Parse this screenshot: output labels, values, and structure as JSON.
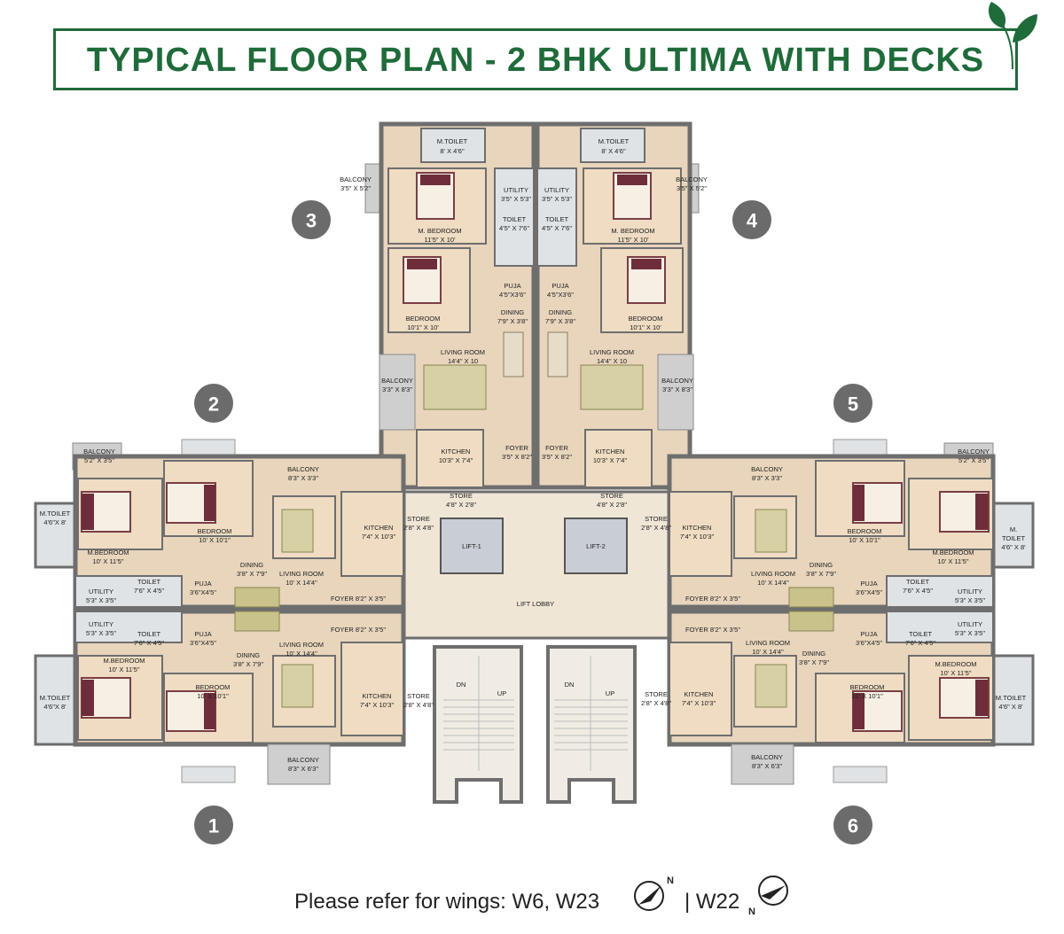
{
  "title": "TYPICAL FLOOR PLAN - 2 BHK ULTIMA WITH DECKS",
  "footer": {
    "text": "Please refer for wings: W6, W23",
    "separator": "| W22",
    "compass_label_1": "N",
    "compass_label_2": "N"
  },
  "colors": {
    "brand_green": "#1f6b3a",
    "wall": "#6e6e6e",
    "floor": "#e8d5bc",
    "balcony": "#cfcfcf",
    "badge": "#6b6b6b"
  },
  "units": [
    {
      "number": "1"
    },
    {
      "number": "2"
    },
    {
      "number": "3"
    },
    {
      "number": "4"
    },
    {
      "number": "5"
    },
    {
      "number": "6"
    }
  ],
  "core": {
    "lift_1": "LIFT-1",
    "lift_2": "LIFT-2",
    "lobby": "LIFT LOBBY",
    "stair_dn_left": "DN",
    "stair_up_left": "UP",
    "stair_dn_right": "DN",
    "stair_up_right": "UP"
  },
  "rooms": {
    "u3": {
      "mtoilet": "M.TOILET",
      "mtoilet_dim": "8' X 4'6\"",
      "balcony": "BALCONY",
      "balcony_dim": "3'5\" X 5'2\"",
      "utility": "UTILITY",
      "utility_dim": "3'5\" X 5'3\"",
      "toilet": "TOILET",
      "toilet_dim": "4'5\" X 7'6\"",
      "mbed": "M. BEDROOM",
      "mbed_dim": "11'5\" X 10'",
      "puja": "PUJA",
      "puja_dim": "4'5\"X3'6\"",
      "dining": "DINING",
      "dining_dim": "7'9\" X 3'8\"",
      "bed": "BEDROOM",
      "bed_dim": "10'1\" X 10'",
      "living": "LIVING ROOM",
      "living_dim": "14'4\" X 10",
      "balcony2": "BALCONY",
      "balcony2_dim": "3'3\" X 8'3\"",
      "kitchen": "KITCHEN",
      "kitchen_dim": "10'3\" X 7'4\"",
      "foyer": "FOYER",
      "foyer_dim": "3'5\" X 8'2\"",
      "store": "STORE",
      "store_dim": "4'8\" X 2'8\""
    },
    "u4": {
      "mtoilet": "M.TOILET",
      "mtoilet_dim": "8' X 4'6\"",
      "balcony": "BALCONY",
      "balcony_dim": "3'5\" X 5'2\"",
      "utility": "UTILITY",
      "utility_dim": "3'5\" X 5'3\"",
      "toilet": "TOILET",
      "toilet_dim": "4'5\" X 7'6\"",
      "mbed": "M. BEDROOM",
      "mbed_dim": "11'5\" X 10'",
      "puja": "PUJA",
      "puja_dim": "4'5\"X3'6\"",
      "dining": "DINING",
      "dining_dim": "7'9\" X 3'8\"",
      "bed": "BEDROOM",
      "bed_dim": "10'1\" X 10'",
      "living": "LIVING ROOM",
      "living_dim": "14'4\" X 10",
      "balcony2": "BALCONY",
      "balcony2_dim": "3'3\" X 8'3\"",
      "kitchen": "KITCHEN",
      "kitchen_dim": "10'3\" X 7'4\"",
      "foyer": "FOYER",
      "foyer_dim": "3'5\" X 8'2\"",
      "store": "STORE",
      "store_dim": "4'8\" X 2'8\""
    },
    "u2": {
      "balcony": "BALCONY",
      "balcony_dim": "5'2\" X 3'5\"",
      "balcony2": "BALCONY",
      "balcony2_dim": "8'3\" X 3'3\"",
      "mtoilet": "M.TOILET",
      "mtoilet_dim": "4'6\"X 8'",
      "bed": "BEDROOM",
      "bed_dim": "10' X 10'1\"",
      "mbed": "M.BEDROOM",
      "mbed_dim": "10' X 11'5\"",
      "kitchen": "KITCHEN",
      "kitchen_dim": "7'4\" X 10'3\"",
      "store": "STORE",
      "store_dim": "2'8\" X 4'8\"",
      "dining": "DINING",
      "dining_dim": "3'8\" X 7'9\"",
      "living": "LIVING ROOM",
      "living_dim": "10' X 14'4\"",
      "toilet": "TOILET",
      "toilet_dim": "7'6\" X 4'5\"",
      "utility": "UTILITY",
      "utility_dim": "5'3\" X 3'5\"",
      "puja": "PUJA",
      "puja_dim": "3'6\"X4'5\"",
      "foyer": "FOYER 8'2\" X 3'5\""
    },
    "u1": {
      "utility": "UTILITY",
      "utility_dim": "5'3\" X 3'5\"",
      "toilet": "TOILET",
      "toilet_dim": "7'6\" X 4'5\"",
      "puja": "PUJA",
      "puja_dim": "3'6\"X4'5\"",
      "foyer": "FOYER 8'2\" X 3'5\"",
      "living": "LIVING ROOM",
      "living_dim": "10' X 14'4\"",
      "dining": "DINING",
      "dining_dim": "3'8\" X 7'9\"",
      "mbed": "M.BEDROOM",
      "mbed_dim": "10' X 11'5\"",
      "bed": "BEDROOM",
      "bed_dim": "10' X 10'1\"",
      "mtoilet": "M.TOILET",
      "mtoilet_dim": "4'6\"X 8'",
      "kitchen": "KITCHEN",
      "kitchen_dim": "7'4\" X 10'3\"",
      "store": "STORE",
      "store_dim": "2'8\" X 4'8\"",
      "balcony": "BALCONY",
      "balcony_dim": "8'3\" X 6'3\""
    },
    "u5": {
      "balcony": "BALCONY",
      "balcony_dim": "5'2\" X 3'5\"",
      "balcony2": "BALCONY",
      "balcony2_dim": "8'3\" X 3'3\"",
      "bed": "BEDROOM",
      "bed_dim": "10' X 10'1\"",
      "mbed": "M.BEDROOM",
      "mbed_dim": "10' X 11'5\"",
      "mtoilet": "M.",
      "mtoilet2": "TOILET",
      "mtoilet_dim": "4'6\" X 8'",
      "store": "STORE",
      "store_dim": "2'8\" X 4'8\"",
      "kitchen": "KITCHEN",
      "kitchen_dim": "7'4\" X 10'3\"",
      "dining": "DINING",
      "dining_dim": "3'8\" X 7'9\"",
      "living": "LIVING ROOM",
      "living_dim": "10' X 14'4\"",
      "puja": "PUJA",
      "puja_dim": "3'6\"X4'5\"",
      "toilet": "TOILET",
      "toilet_dim": "7'6\" X 4'5\"",
      "utility": "UTILITY",
      "utility_dim": "5'3\" X 3'5\"",
      "foyer": "FOYER 8'2\" X 3'5\""
    },
    "u6": {
      "foyer": "FOYER 8'2\" X 3'5\"",
      "living": "LIVING ROOM",
      "living_dim": "10' X 14'4\"",
      "dining": "DINING",
      "dining_dim": "3'8\" X 7'9\"",
      "puja": "PUJA",
      "puja_dim": "3'6\"X4'5\"",
      "toilet": "TOILET",
      "toilet_dim": "7'6\" X 4'5\"",
      "utility": "UTILITY",
      "utility_dim": "5'3\" X 3'5\"",
      "mbed": "M.BEDROOM",
      "mbed_dim": "10' X 11'5\"",
      "bed": "BEDROOM",
      "bed_dim": "10' X 10'1\"",
      "mtoilet": "M.TOILET",
      "mtoilet_dim": "4'6\" X 8'",
      "store": "STORE",
      "store_dim": "2'8\" X 4'8\"",
      "kitchen": "KITCHEN",
      "kitchen_dim": "7'4\" X 10'3\"",
      "balcony": "BALCONY",
      "balcony_dim": "8'3\" X 6'3\""
    }
  }
}
